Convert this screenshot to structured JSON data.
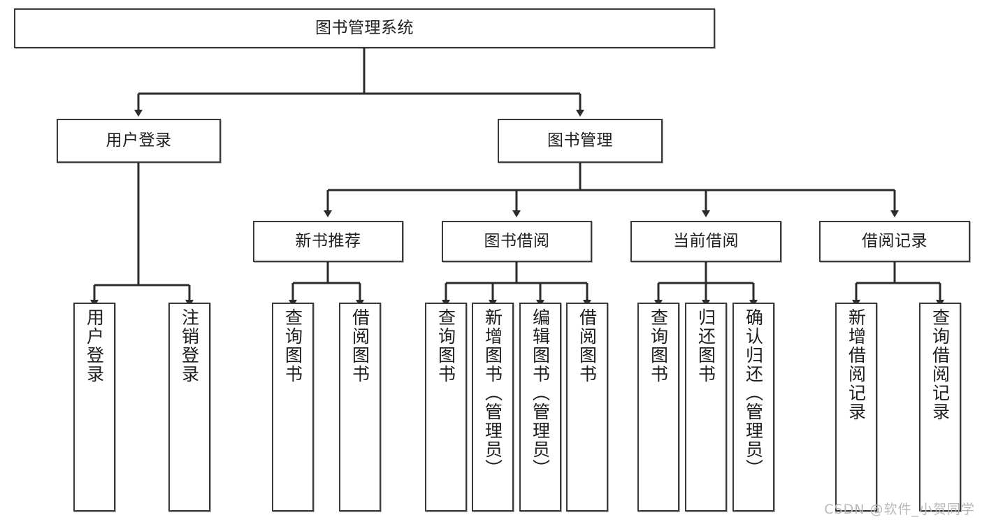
{
  "diagram": {
    "title": "图书管理系统",
    "type": "tree-hierarchy-diagram",
    "colors": {
      "box_border": "#3a3a3a",
      "box_fill": "#ffffff",
      "connector": "#2b2b2b",
      "text": "#1e1e1e",
      "watermark": "#b9b9b9",
      "background": "#ffffff"
    },
    "root": {
      "id": "root",
      "label": "图书管理系统"
    },
    "level2": [
      {
        "id": "user-login",
        "label": "用户登录"
      },
      {
        "id": "book-management",
        "label": "图书管理"
      }
    ],
    "level3": [
      {
        "id": "new-book-recommend",
        "label": "新书推荐"
      },
      {
        "id": "book-borrow",
        "label": "图书借阅"
      },
      {
        "id": "current-borrow",
        "label": "当前借阅"
      },
      {
        "id": "borrow-record",
        "label": "借阅记录"
      }
    ],
    "leaves": {
      "user_login": [
        {
          "id": "leaf-user-login",
          "label": "用户登录"
        },
        {
          "id": "leaf-logout-login",
          "label": "注销登录"
        }
      ],
      "new_book_recommend": [
        {
          "id": "leaf-query-book-1",
          "label": "查询图书"
        },
        {
          "id": "leaf-borrow-book-1",
          "label": "借阅图书"
        }
      ],
      "book_borrow": [
        {
          "id": "leaf-query-book-2",
          "label": "查询图书"
        },
        {
          "id": "leaf-add-book",
          "label": "新增图书（管理员）"
        },
        {
          "id": "leaf-edit-book",
          "label": "编辑图书（管理员）"
        },
        {
          "id": "leaf-borrow-book-2",
          "label": "借阅图书"
        }
      ],
      "current_borrow": [
        {
          "id": "leaf-query-book-3",
          "label": "查询图书"
        },
        {
          "id": "leaf-return-book",
          "label": "归还图书"
        },
        {
          "id": "leaf-confirm-return",
          "label": "确认归还（管理员）"
        }
      ],
      "borrow_record": [
        {
          "id": "leaf-add-borrow-record",
          "label": "新增借阅记录"
        },
        {
          "id": "leaf-query-borrow-record",
          "label": "查询借阅记录"
        }
      ]
    }
  },
  "watermark": {
    "text": "CSDN @软件_小贺同学"
  }
}
